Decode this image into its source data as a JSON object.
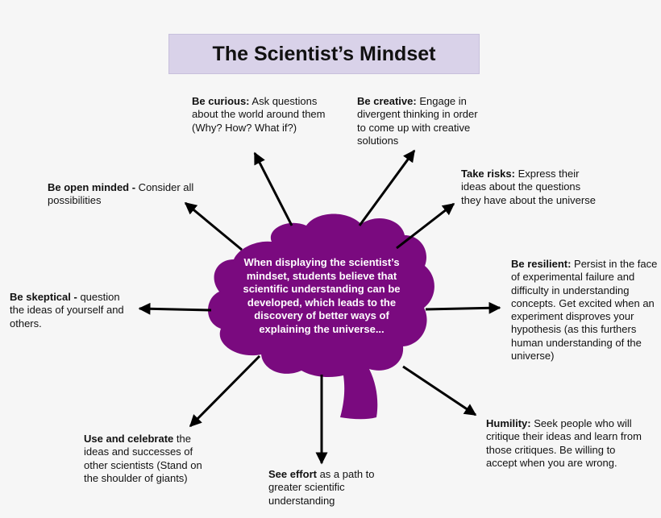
{
  "title": "The Scientist’s Mindset",
  "center": "When displaying the scientist’s mindset, students believe that scientific understanding can be developed, which leads to the discovery of better ways of explaining the universe...",
  "colors": {
    "brain": "#7a0a7f",
    "title_bg": "#d9d2e9",
    "arrow": "#000000",
    "background": "#f6f6f6"
  },
  "notes": {
    "curious": {
      "heading": "Be curious:",
      "body": " Ask questions about the world around them (Why? How? What if?)"
    },
    "creative": {
      "heading": "Be creative:",
      "body": " Engage in divergent thinking in order to come up with creative solutions"
    },
    "open_minded": {
      "heading": "Be open minded -",
      "body": " Consider all possibilities"
    },
    "risks": {
      "heading": "Take risks:",
      "body": " Express their ideas about the questions they have about the universe"
    },
    "skeptical": {
      "heading": "Be skeptical -",
      "body": " question the ideas of yourself and others."
    },
    "resilient": {
      "heading": "Be resilient:",
      "body": " Persist in the face of experimental failure and difficulty in understanding concepts. Get excited when an experiment disproves your hypothesis (as this furthers human understanding of the universe)"
    },
    "celebrate": {
      "heading": "Use and celebrate",
      "body": " the ideas and successes of other scientists (Stand on the shoulder of giants)"
    },
    "effort": {
      "heading": "See effort",
      "body": " as a path to greater scientific understanding"
    },
    "humility": {
      "heading": "Humility:",
      "body": " Seek people who will critique their ideas and learn from those critiques. Be willing to accept when you are wrong."
    }
  }
}
